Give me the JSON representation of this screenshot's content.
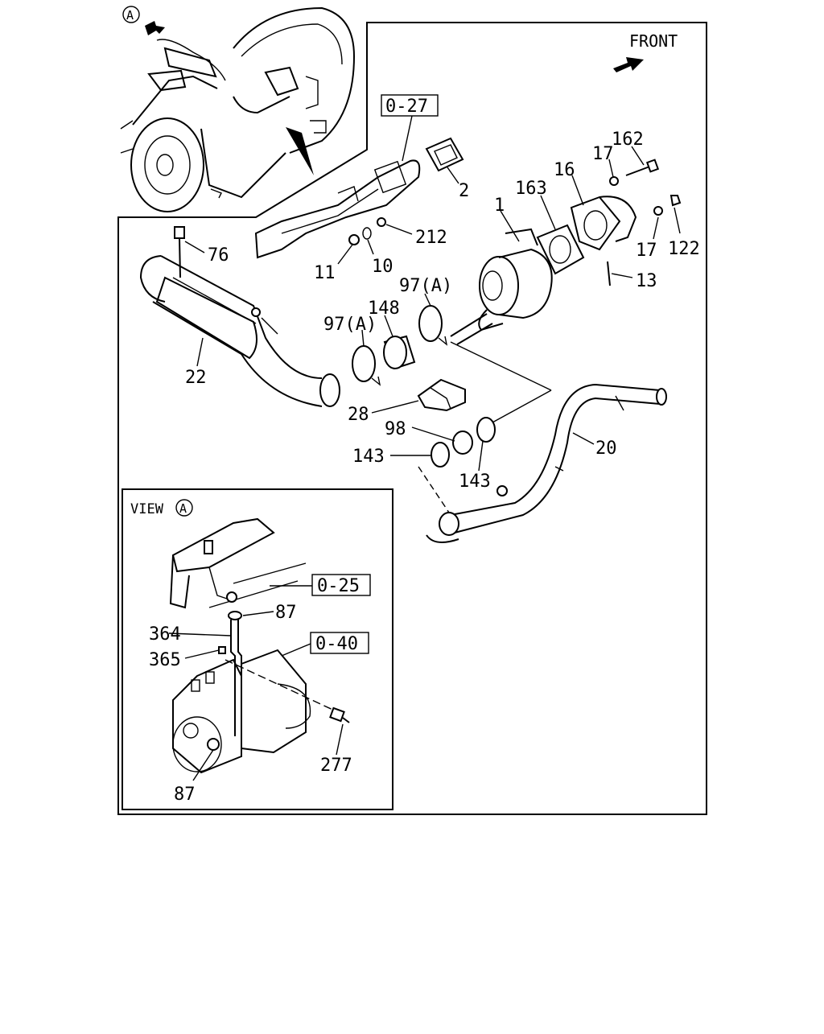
{
  "front_label": "FRONT",
  "view_marker": "A",
  "view_label": "VIEW",
  "view_label_marker": "A",
  "references": [
    "0-27",
    "0-25",
    "0-40"
  ],
  "callouts": {
    "c162": "162",
    "c17a": "17",
    "c16": "16",
    "c163": "163",
    "c1": "1",
    "c2": "2",
    "c212": "212",
    "c11": "11",
    "c10": "10",
    "c76": "76",
    "c17b": "17",
    "c122": "122",
    "c13": "13",
    "c97a": "97(A)",
    "c148": "148",
    "c97b": "97(A)",
    "c22": "22",
    "c28": "28",
    "c98": "98",
    "c20": "20",
    "c143a": "143",
    "c143b": "143",
    "c87a": "87",
    "c364": "364",
    "c365": "365",
    "c277": "277",
    "c87b": "87"
  }
}
